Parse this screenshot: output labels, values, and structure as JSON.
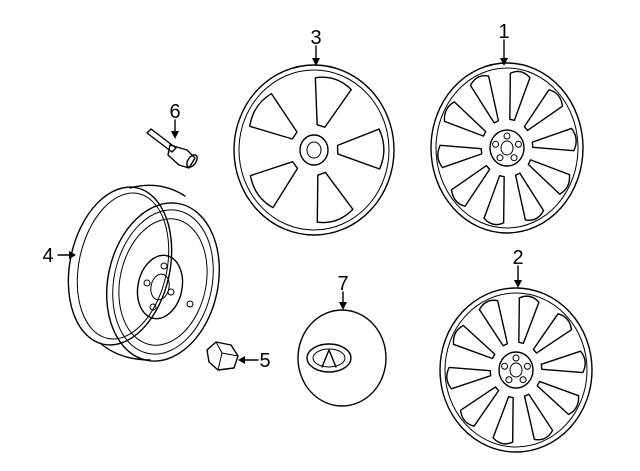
{
  "callouts": [
    {
      "id": "1",
      "text": "1",
      "part": "alloy-wheel"
    },
    {
      "id": "2",
      "text": "2",
      "part": "alloy-wheel"
    },
    {
      "id": "3",
      "text": "3",
      "part": "alloy-wheel"
    },
    {
      "id": "4",
      "text": "4",
      "part": "spare-steel-wheel"
    },
    {
      "id": "5",
      "text": "5",
      "part": "lug-nut"
    },
    {
      "id": "6",
      "text": "6",
      "part": "valve-stem"
    },
    {
      "id": "7",
      "text": "7",
      "part": "center-cap"
    }
  ],
  "colors": {
    "line": "#000000",
    "background": "#ffffff"
  }
}
